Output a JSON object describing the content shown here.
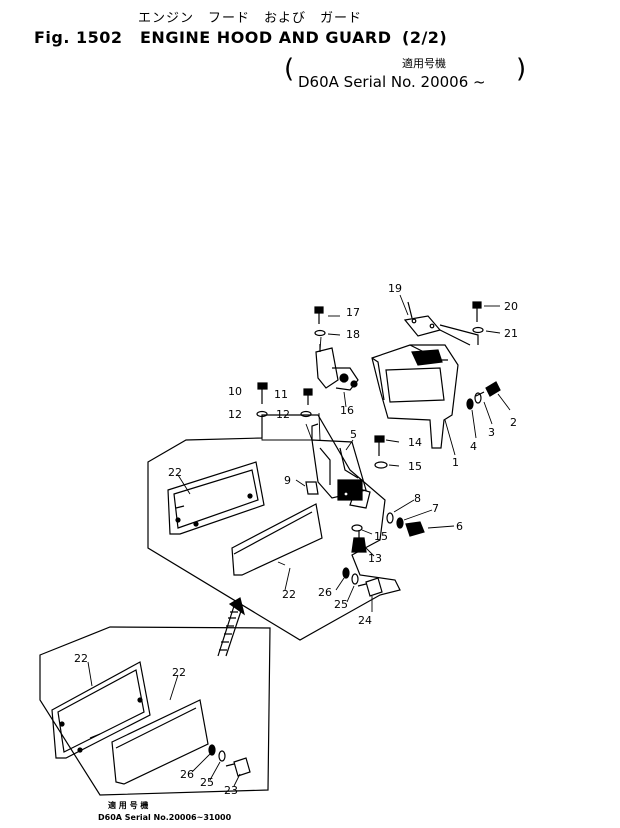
{
  "header": {
    "japanese_title": "エンジン　フード　および　ガード",
    "figure_number": "Fig. 1502",
    "title": "ENGINE HOOD AND GUARD",
    "sheet": "(2/2)",
    "applicable_label_jp": "適用号機",
    "serial": "D60A Serial No. 20006 ~"
  },
  "inset_note": {
    "label_jp": "適 用 号 機",
    "serial": "D60A  Serial No.20006~31000"
  },
  "callouts": [
    "1",
    "2",
    "3",
    "4",
    "5",
    "6",
    "7",
    "8",
    "9",
    "10",
    "11",
    "12",
    "12",
    "13",
    "14",
    "15",
    "15",
    "16",
    "17",
    "18",
    "19",
    "20",
    "21",
    "22",
    "22",
    "22",
    "22",
    "23",
    "24",
    "25",
    "25",
    "26",
    "26"
  ]
}
